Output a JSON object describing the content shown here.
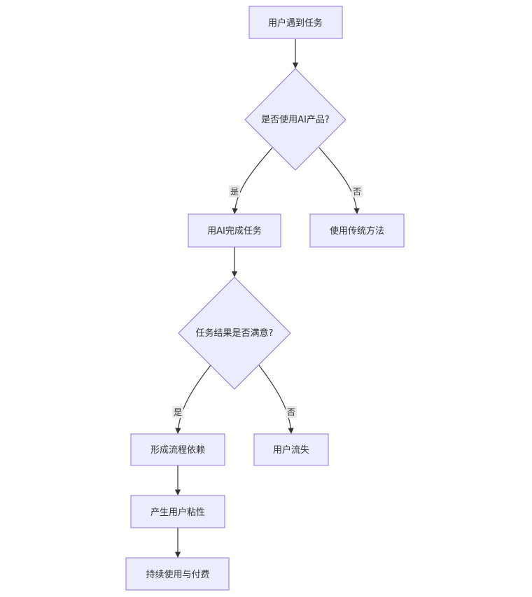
{
  "nodes": {
    "start": "用户遇到任务",
    "decision_use_ai": "是否使用AI产品?",
    "use_ai": "用AI完成任务",
    "traditional": "使用传统方法",
    "decision_satisfied": "任务结果是否满意?",
    "dependency": "形成流程依赖",
    "churn": "用户流失",
    "stickiness": "产生用户粘性",
    "paying": "持续使用与付费"
  },
  "edges": {
    "yes_1": "是",
    "no_1": "否",
    "yes_2": "是",
    "no_2": "否"
  },
  "colors": {
    "node_fill": "#ECECFF",
    "node_stroke": "#9370DB",
    "edge": "#333333",
    "label_bg": "#e8e8e8"
  }
}
